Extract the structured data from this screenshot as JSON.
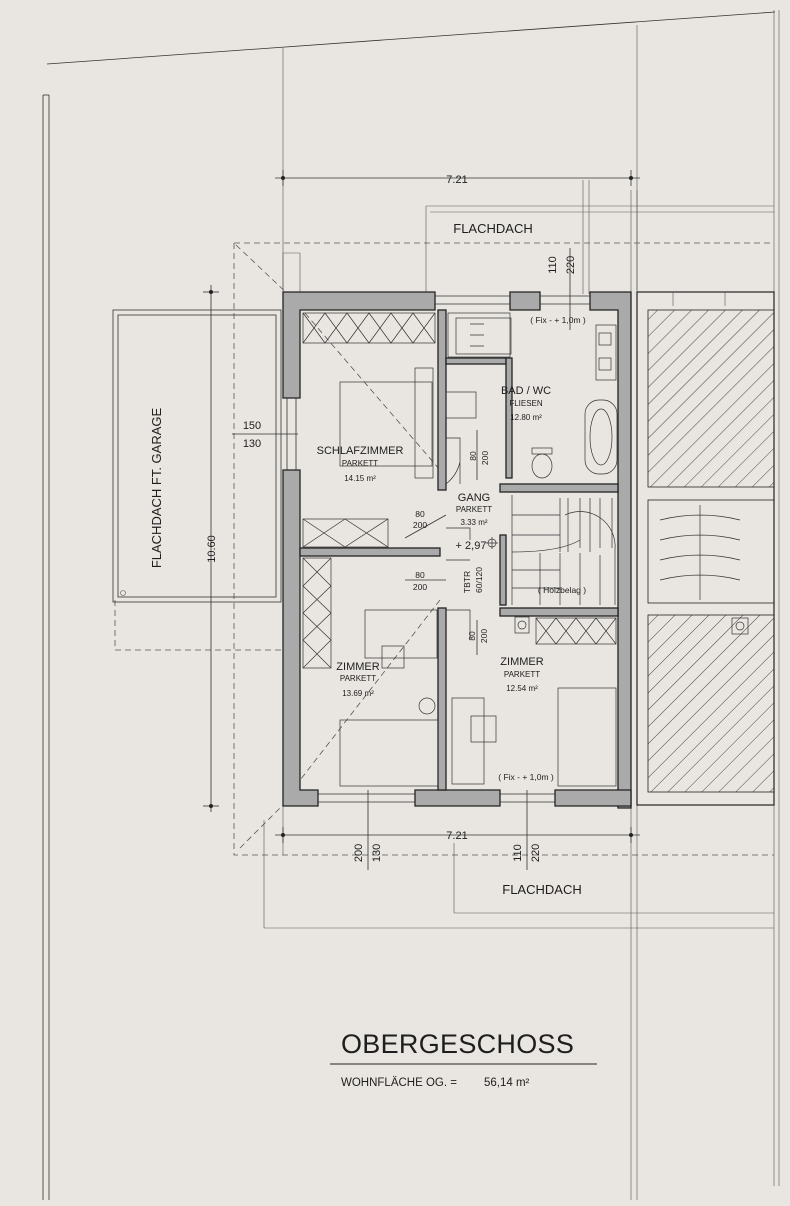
{
  "roof_labels": {
    "top": "FLACHDACH",
    "bottom": "FLACHDACH",
    "garage": "FLACHDACH FT. GARAGE"
  },
  "dimensions": {
    "width_top": "7.21",
    "width_bottom": "7.21",
    "height_left": "10.60",
    "window_left_a": "150",
    "window_left_b": "130",
    "window_top_a": "110",
    "window_top_b": "220",
    "window_bottom_a": "200",
    "window_bottom_b": "130",
    "window_bottom_c": "110",
    "window_bottom_d": "220",
    "door_schlaf_a": "80",
    "door_schlaf_b": "200",
    "door_zimmer_a": "80",
    "door_zimmer_b": "200",
    "door_bad_a": "80",
    "door_bad_b": "200",
    "door_zimmer2_a": "80",
    "door_zimmer2_b": "200"
  },
  "rooms": [
    {
      "name": "SCHLAFZIMMER",
      "floor": "PARKETT",
      "area": "14.15 m²"
    },
    {
      "name": "BAD / WC",
      "floor": "FLIESEN",
      "area": "12.80 m²"
    },
    {
      "name": "GANG",
      "floor": "PARKETT",
      "area": "3.33 m²"
    },
    {
      "name": "ZIMMER",
      "floor": "PARKETT",
      "area": "13.69 m²"
    },
    {
      "name": "ZIMMER",
      "floor": "PARKETT",
      "area": "12.54 m²"
    }
  ],
  "notes": {
    "fix_top": "( Fix - + 1,0m )",
    "fix_bottom": "( Fix - + 1,0m )",
    "level": "+ 2,97",
    "tbtr_a": "TBTR",
    "tbtr_b": "60/120",
    "stair": "( Holzbelag )"
  },
  "title": {
    "main": "OBERGESCHOSS",
    "area_label": "WOHNFLÄCHE OG. =",
    "area_value": "56,14 m²"
  },
  "colors": {
    "background": "#e9e6e1",
    "wall_fill": "#aaaaaa",
    "line": "#222222"
  }
}
